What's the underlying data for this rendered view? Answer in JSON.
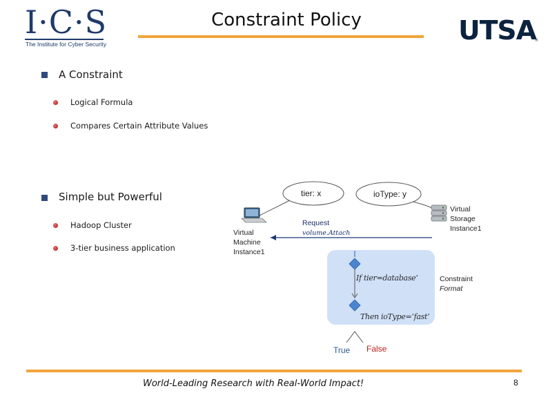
{
  "header": {
    "ics_logo_text": "I·C·S",
    "ics_logo_subtitle": "The Institute for Cyber Security",
    "title": "Constraint Policy",
    "utsa_logo_text": "UTSA",
    "utsa_registered": "®"
  },
  "bullets": [
    {
      "label": "A Constraint",
      "subitems": [
        "Logical Formula",
        "Compares Certain Attribute Values"
      ]
    },
    {
      "label": "Simple but Powerful",
      "subitems": [
        "Hadoop Cluster",
        "3-tier business application"
      ]
    }
  ],
  "diagram": {
    "bubble_tier": "tier: x",
    "bubble_iotype": "ioType: y",
    "vm_label": [
      "Virtual",
      "Machine",
      "Instance1"
    ],
    "vs_label": [
      "Virtual",
      "Storage",
      "Instance1"
    ],
    "request_label": "Request",
    "request_action": "volume.Attach",
    "if_condition": "If tier=database’",
    "then_condition": "Then ioType=‘fast’",
    "constraint_format": [
      "Constraint",
      "Format"
    ],
    "true_label": "True",
    "false_label": "False"
  },
  "footer": {
    "tagline": "World-Leading Research with Real-World Impact!",
    "page_number": "8"
  },
  "colors": {
    "accent_orange": "#f2a43a",
    "navy": "#1f3a6b",
    "flow_box": "#cfe0f7",
    "false_red": "#c0201b",
    "true_blue": "#2d5d8c"
  }
}
